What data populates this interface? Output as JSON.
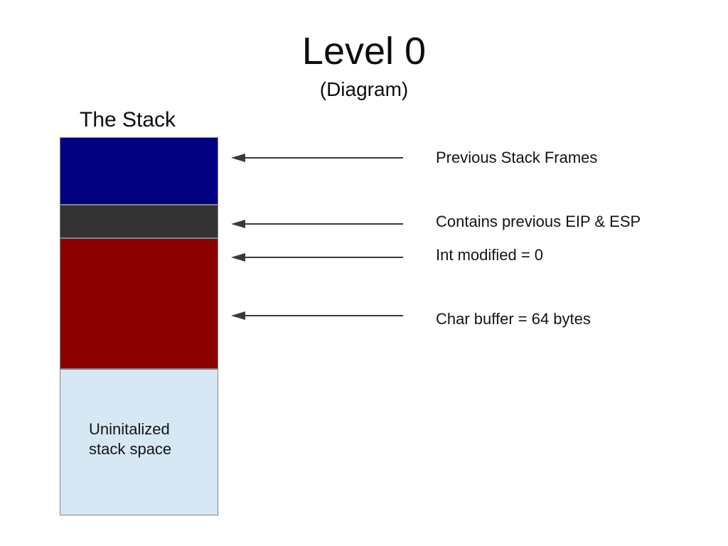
{
  "slide": {
    "title": "Level 0",
    "subtitle": "(Diagram)",
    "stack_heading": "The Stack",
    "background_color": "#ffffff"
  },
  "stack": {
    "blocks": [
      {
        "id": "previous-frames",
        "color": "#000080",
        "border_color": "#848484",
        "label_lines": []
      },
      {
        "id": "saved-registers",
        "color": "#333333",
        "border_color": "#848484",
        "label_lines": []
      },
      {
        "id": "local-variables",
        "color": "#8B0000",
        "border_color": "#848484",
        "label_lines": []
      },
      {
        "id": "uninitialized-space",
        "color": "#D6E8F4",
        "border_color": "#848484",
        "label_lines": [
          "Uninitalized",
          "stack space"
        ]
      }
    ]
  },
  "annotations": [
    {
      "label": "Previous Stack Frames",
      "points_to": "previous-frames"
    },
    {
      "label": "Contains previous EIP & ESP",
      "points_to": "saved-registers"
    },
    {
      "label": "Int modified = 0",
      "points_to": "local-variables"
    },
    {
      "label": "Char buffer = 64 bytes",
      "points_to": "local-variables"
    }
  ],
  "arrow_color": "#3a3a3a"
}
